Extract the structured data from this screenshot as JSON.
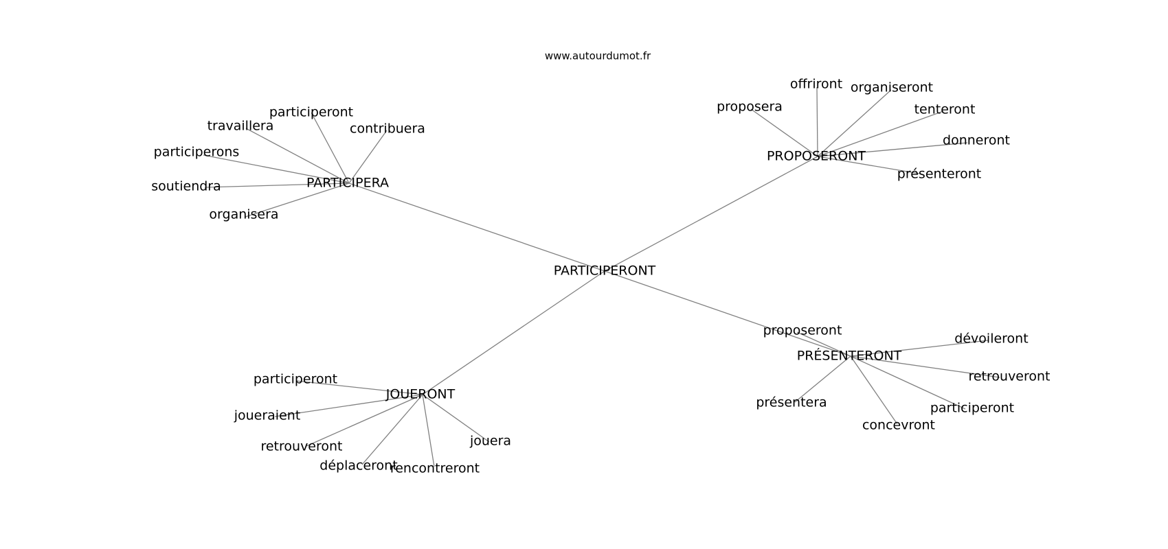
{
  "source": "www.autourdumot.fr",
  "center": {
    "id": "c",
    "label": "PARTICIPERONT"
  },
  "hubs": [
    {
      "id": "h1",
      "label": "PARTICIPERA",
      "leaves": [
        {
          "id": "h1l1",
          "label": "participeront"
        },
        {
          "id": "h1l2",
          "label": "travaillera"
        },
        {
          "id": "h1l3",
          "label": "contribuera"
        },
        {
          "id": "h1l4",
          "label": "participerons"
        },
        {
          "id": "h1l5",
          "label": "soutiendra"
        },
        {
          "id": "h1l6",
          "label": "organisera"
        }
      ]
    },
    {
      "id": "h2",
      "label": "PROPOSERONT",
      "leaves": [
        {
          "id": "h2l1",
          "label": "offriront"
        },
        {
          "id": "h2l2",
          "label": "organiseront"
        },
        {
          "id": "h2l3",
          "label": "proposera"
        },
        {
          "id": "h2l4",
          "label": "tenteront"
        },
        {
          "id": "h2l5",
          "label": "donneront"
        },
        {
          "id": "h2l6",
          "label": "présenteront"
        }
      ]
    },
    {
      "id": "h3",
      "label": "PRÉSENTERONT",
      "leaves": [
        {
          "id": "h3l1",
          "label": "proposeront"
        },
        {
          "id": "h3l2",
          "label": "dévoileront"
        },
        {
          "id": "h3l3",
          "label": "retrouveront"
        },
        {
          "id": "h3l4",
          "label": "présentera"
        },
        {
          "id": "h3l5",
          "label": "participeront"
        },
        {
          "id": "h3l6",
          "label": "concevront"
        }
      ]
    },
    {
      "id": "h4",
      "label": "JOUERONT",
      "leaves": [
        {
          "id": "h4l1",
          "label": "participeront"
        },
        {
          "id": "h4l2",
          "label": "joueraient"
        },
        {
          "id": "h4l3",
          "label": "retrouveront"
        },
        {
          "id": "h4l4",
          "label": "jouera"
        },
        {
          "id": "h4l5",
          "label": "déplaceront"
        },
        {
          "id": "h4l6",
          "label": "rencontreront"
        }
      ]
    }
  ]
}
